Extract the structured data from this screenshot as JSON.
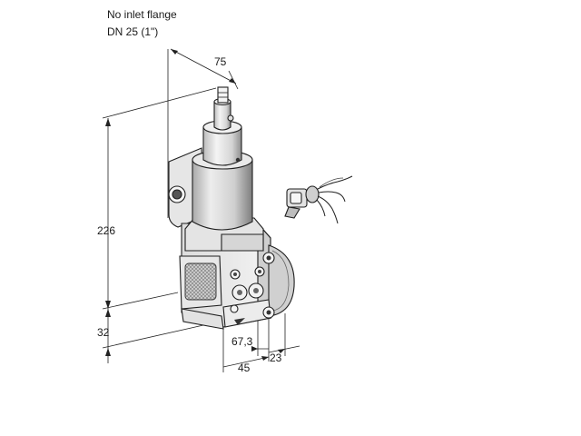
{
  "caption": {
    "line1": "No inlet flange",
    "line2": "DN 25 (1\")"
  },
  "dimensions": {
    "top_width": "75",
    "height_total": "226",
    "height_base": "32",
    "port_offset": "67,3",
    "depth_front": "45",
    "depth_side": "23"
  },
  "colors": {
    "line": "#222222",
    "body_light": "#f2f2f2",
    "body_mid": "#d9d9d9",
    "body_dark": "#9a9a9a",
    "shadow": "#6e6e6e"
  }
}
